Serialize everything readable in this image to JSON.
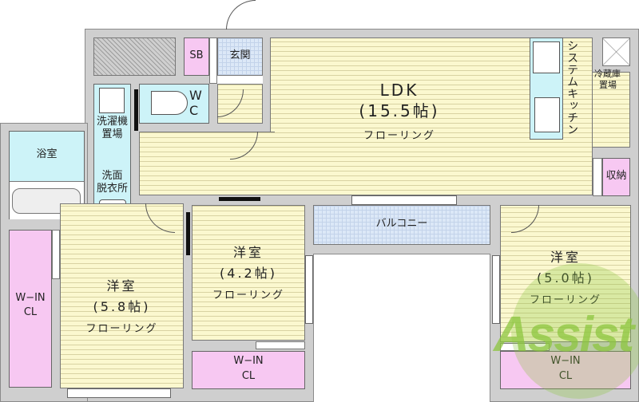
{
  "floorplan": {
    "rooms": {
      "ldk": {
        "name": "LDK",
        "size": "(15.5帖)",
        "floor": "フローリング"
      },
      "west_room": {
        "name": "洋室",
        "size": "(5.8帖)",
        "floor": "フローリング"
      },
      "center_room": {
        "name": "洋室",
        "size": "(4.2帖)",
        "floor": "フローリング"
      },
      "east_room": {
        "name": "洋室",
        "size": "(5.0帖)",
        "floor": "フローリング"
      },
      "bath": {
        "name": "浴室"
      },
      "entrance": {
        "name": "玄関"
      },
      "shoe_box": {
        "name": "SB"
      },
      "toilet": {
        "name": "W\nC",
        "line1": "W",
        "line2": "C"
      },
      "washer": {
        "line1": "洗濯機",
        "line2": "置場"
      },
      "washroom": {
        "line1": "洗面",
        "line2": "脱衣所"
      },
      "kitchen": {
        "name": "システムキッチン"
      },
      "fridge": {
        "line1": "冷蔵庫",
        "line2": "置場"
      },
      "storage": {
        "name": "収納"
      },
      "balcony": {
        "name": "バルコニー"
      },
      "wic_west": {
        "line1": "W−IN",
        "line2": "CL"
      },
      "wic_center": {
        "line1": "W−IN",
        "line2": "CL"
      },
      "wic_east": {
        "line1": "W−IN",
        "line2": "CL"
      }
    },
    "watermark": {
      "text": "Assist"
    },
    "colors": {
      "floor": "#fbf8cf",
      "wet_area": "#cdf3f8",
      "storage": "#f7c8f2",
      "tile": "#dce8f7",
      "wall": "#cfcfcf",
      "watermark": "#8cc63f"
    }
  }
}
